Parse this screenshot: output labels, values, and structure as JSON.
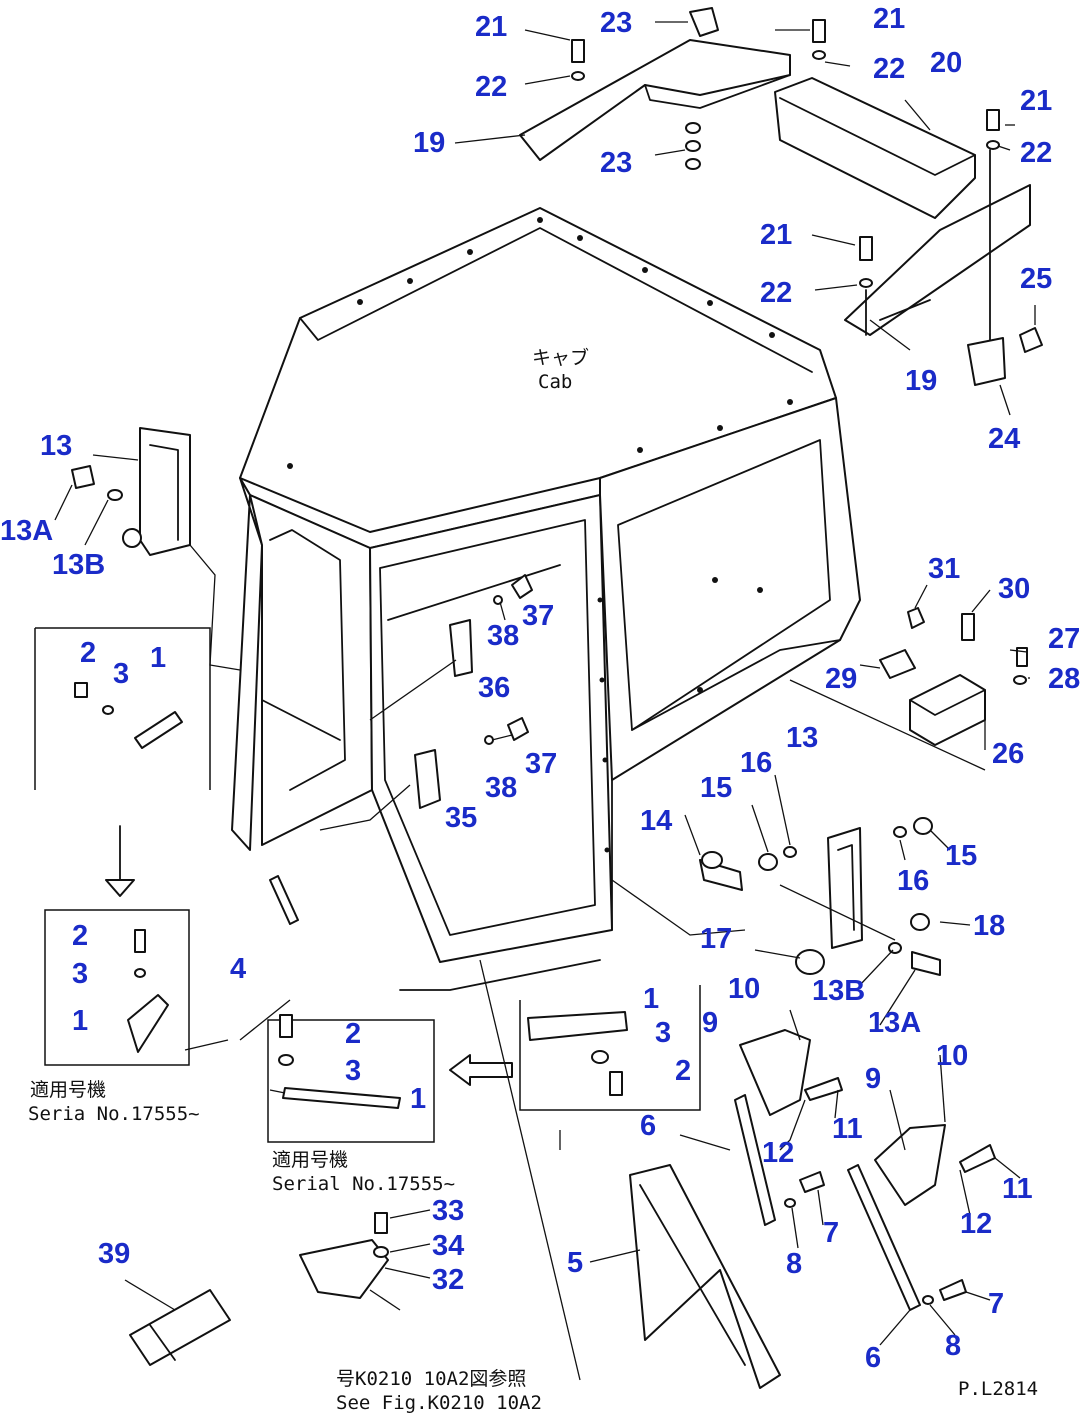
{
  "cab_label": {
    "jp": "キャブ",
    "en": "Cab"
  },
  "serial_note_left": {
    "jp": "適用号機",
    "en": "Seria No.17555~"
  },
  "serial_note_center": {
    "jp": "適用号機",
    "en": "Serial No.17555~"
  },
  "see_fig_note": {
    "jp": "号K0210 10A2図参照",
    "en": "See Fig.K0210 10A2"
  },
  "drawing_code": "P.L2814",
  "callout_color": "#1a2bc8",
  "callouts": [
    {
      "id": "c21a",
      "text": "21"
    },
    {
      "id": "c23a",
      "text": "23"
    },
    {
      "id": "c21b",
      "text": "21"
    },
    {
      "id": "c22a",
      "text": "22"
    },
    {
      "id": "c22b",
      "text": "22"
    },
    {
      "id": "c20",
      "text": "20"
    },
    {
      "id": "c21c",
      "text": "21"
    },
    {
      "id": "c22c",
      "text": "22"
    },
    {
      "id": "c19a",
      "text": "19"
    },
    {
      "id": "c23b",
      "text": "23"
    },
    {
      "id": "c21d",
      "text": "21"
    },
    {
      "id": "c25",
      "text": "25"
    },
    {
      "id": "c22d",
      "text": "22"
    },
    {
      "id": "c19b",
      "text": "19"
    },
    {
      "id": "c24",
      "text": "24"
    },
    {
      "id": "c13a",
      "text": "13"
    },
    {
      "id": "c13Aa",
      "text": "13A"
    },
    {
      "id": "c13Ba",
      "text": "13B"
    },
    {
      "id": "c31",
      "text": "31"
    },
    {
      "id": "c30",
      "text": "30"
    },
    {
      "id": "c37a",
      "text": "37"
    },
    {
      "id": "c38a",
      "text": "38"
    },
    {
      "id": "c27",
      "text": "27"
    },
    {
      "id": "c2a",
      "text": "2"
    },
    {
      "id": "c3a",
      "text": "3"
    },
    {
      "id": "c1a",
      "text": "1"
    },
    {
      "id": "c36",
      "text": "36"
    },
    {
      "id": "c29",
      "text": "29"
    },
    {
      "id": "c28",
      "text": "28"
    },
    {
      "id": "c13b",
      "text": "13"
    },
    {
      "id": "c26",
      "text": "26"
    },
    {
      "id": "c37b",
      "text": "37"
    },
    {
      "id": "c16a",
      "text": "16"
    },
    {
      "id": "c38b",
      "text": "38"
    },
    {
      "id": "c15a",
      "text": "15"
    },
    {
      "id": "c35",
      "text": "35"
    },
    {
      "id": "c14",
      "text": "14"
    },
    {
      "id": "c15b",
      "text": "15"
    },
    {
      "id": "c16b",
      "text": "16"
    },
    {
      "id": "c18",
      "text": "18"
    },
    {
      "id": "c2b",
      "text": "2"
    },
    {
      "id": "c17",
      "text": "17"
    },
    {
      "id": "c4",
      "text": "4"
    },
    {
      "id": "c3b",
      "text": "3"
    },
    {
      "id": "c13Bb",
      "text": "13B"
    },
    {
      "id": "c10a",
      "text": "10"
    },
    {
      "id": "c1b",
      "text": "1"
    },
    {
      "id": "c13Ab",
      "text": "13A"
    },
    {
      "id": "c1c",
      "text": "1"
    },
    {
      "id": "c9a",
      "text": "9"
    },
    {
      "id": "c2c",
      "text": "2"
    },
    {
      "id": "c3c",
      "text": "3"
    },
    {
      "id": "c10b",
      "text": "10"
    },
    {
      "id": "c3d",
      "text": "3"
    },
    {
      "id": "c2d",
      "text": "2"
    },
    {
      "id": "c9b",
      "text": "9"
    },
    {
      "id": "c1d",
      "text": "1"
    },
    {
      "id": "c11a",
      "text": "11"
    },
    {
      "id": "c6a",
      "text": "6"
    },
    {
      "id": "c12a",
      "text": "12"
    },
    {
      "id": "c11b",
      "text": "11"
    },
    {
      "id": "c12b",
      "text": "12"
    },
    {
      "id": "c33",
      "text": "33"
    },
    {
      "id": "c7a",
      "text": "7"
    },
    {
      "id": "c34",
      "text": "34"
    },
    {
      "id": "c39",
      "text": "39"
    },
    {
      "id": "c5",
      "text": "5"
    },
    {
      "id": "c32",
      "text": "32"
    },
    {
      "id": "c8a",
      "text": "8"
    },
    {
      "id": "c7b",
      "text": "7"
    },
    {
      "id": "c8b",
      "text": "8"
    },
    {
      "id": "c6b",
      "text": "6"
    }
  ]
}
